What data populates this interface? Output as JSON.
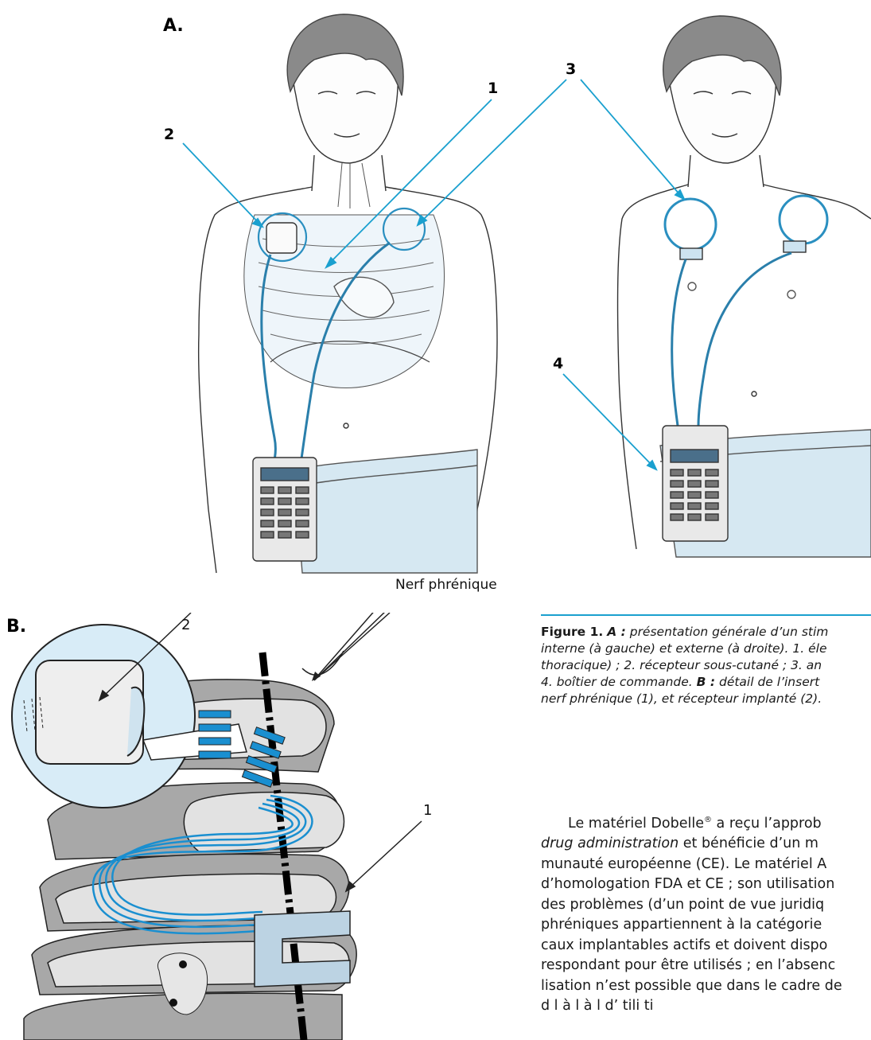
{
  "figure": {
    "panel_a_label": "A.",
    "panel_b_label": "B.",
    "callouts_a": [
      "1",
      "2",
      "3",
      "4"
    ],
    "callouts_b": [
      "1",
      "2"
    ],
    "nerve_label": "Nerf phrénique"
  },
  "caption": {
    "figure_label": "Figure 1.",
    "a_label": "A :",
    "line1_rest": " présentation générale d’un stim",
    "line2": "interne (à gauche) et externe (à droite). 1. éle",
    "line3": "thoracique) ; 2. récepteur sous-cutané ; 3. an",
    "line4_start": "4. boîtier de commande. ",
    "b_label": "B :",
    "line4_rest": " détail de l’insert",
    "line5": "nerf phrénique (1), et récepteur implanté (2)."
  },
  "body": {
    "line1_a": "Le matériel Dobelle",
    "line1_sup": "®",
    "line1_b": " a reçu l’approb",
    "line2_italic": "drug administration",
    "line2_rest": " et bénéficie d’un m",
    "line3": "munauté européenne (CE). Le matériel A",
    "line4": "d’homologation FDA et CE ; son utilisation",
    "line5": "des problèmes (d’un point de vue juridiq",
    "line6": "phréniques appartiennent à la catégorie",
    "line7": "caux implantables actifs et doivent dispo",
    "line8": "respondant pour être utilisés ; en l’absenc",
    "line9": "lisation n’est possible que dans le cadre de",
    "line10": "d    l                    à l      à l   d’ tili ti"
  },
  "colors": {
    "accent": "#1aa0cf",
    "device_blue": "#2a8fc0",
    "skin_shade": "#d6e8f2",
    "gray_tissue": "#a8a8a8"
  }
}
